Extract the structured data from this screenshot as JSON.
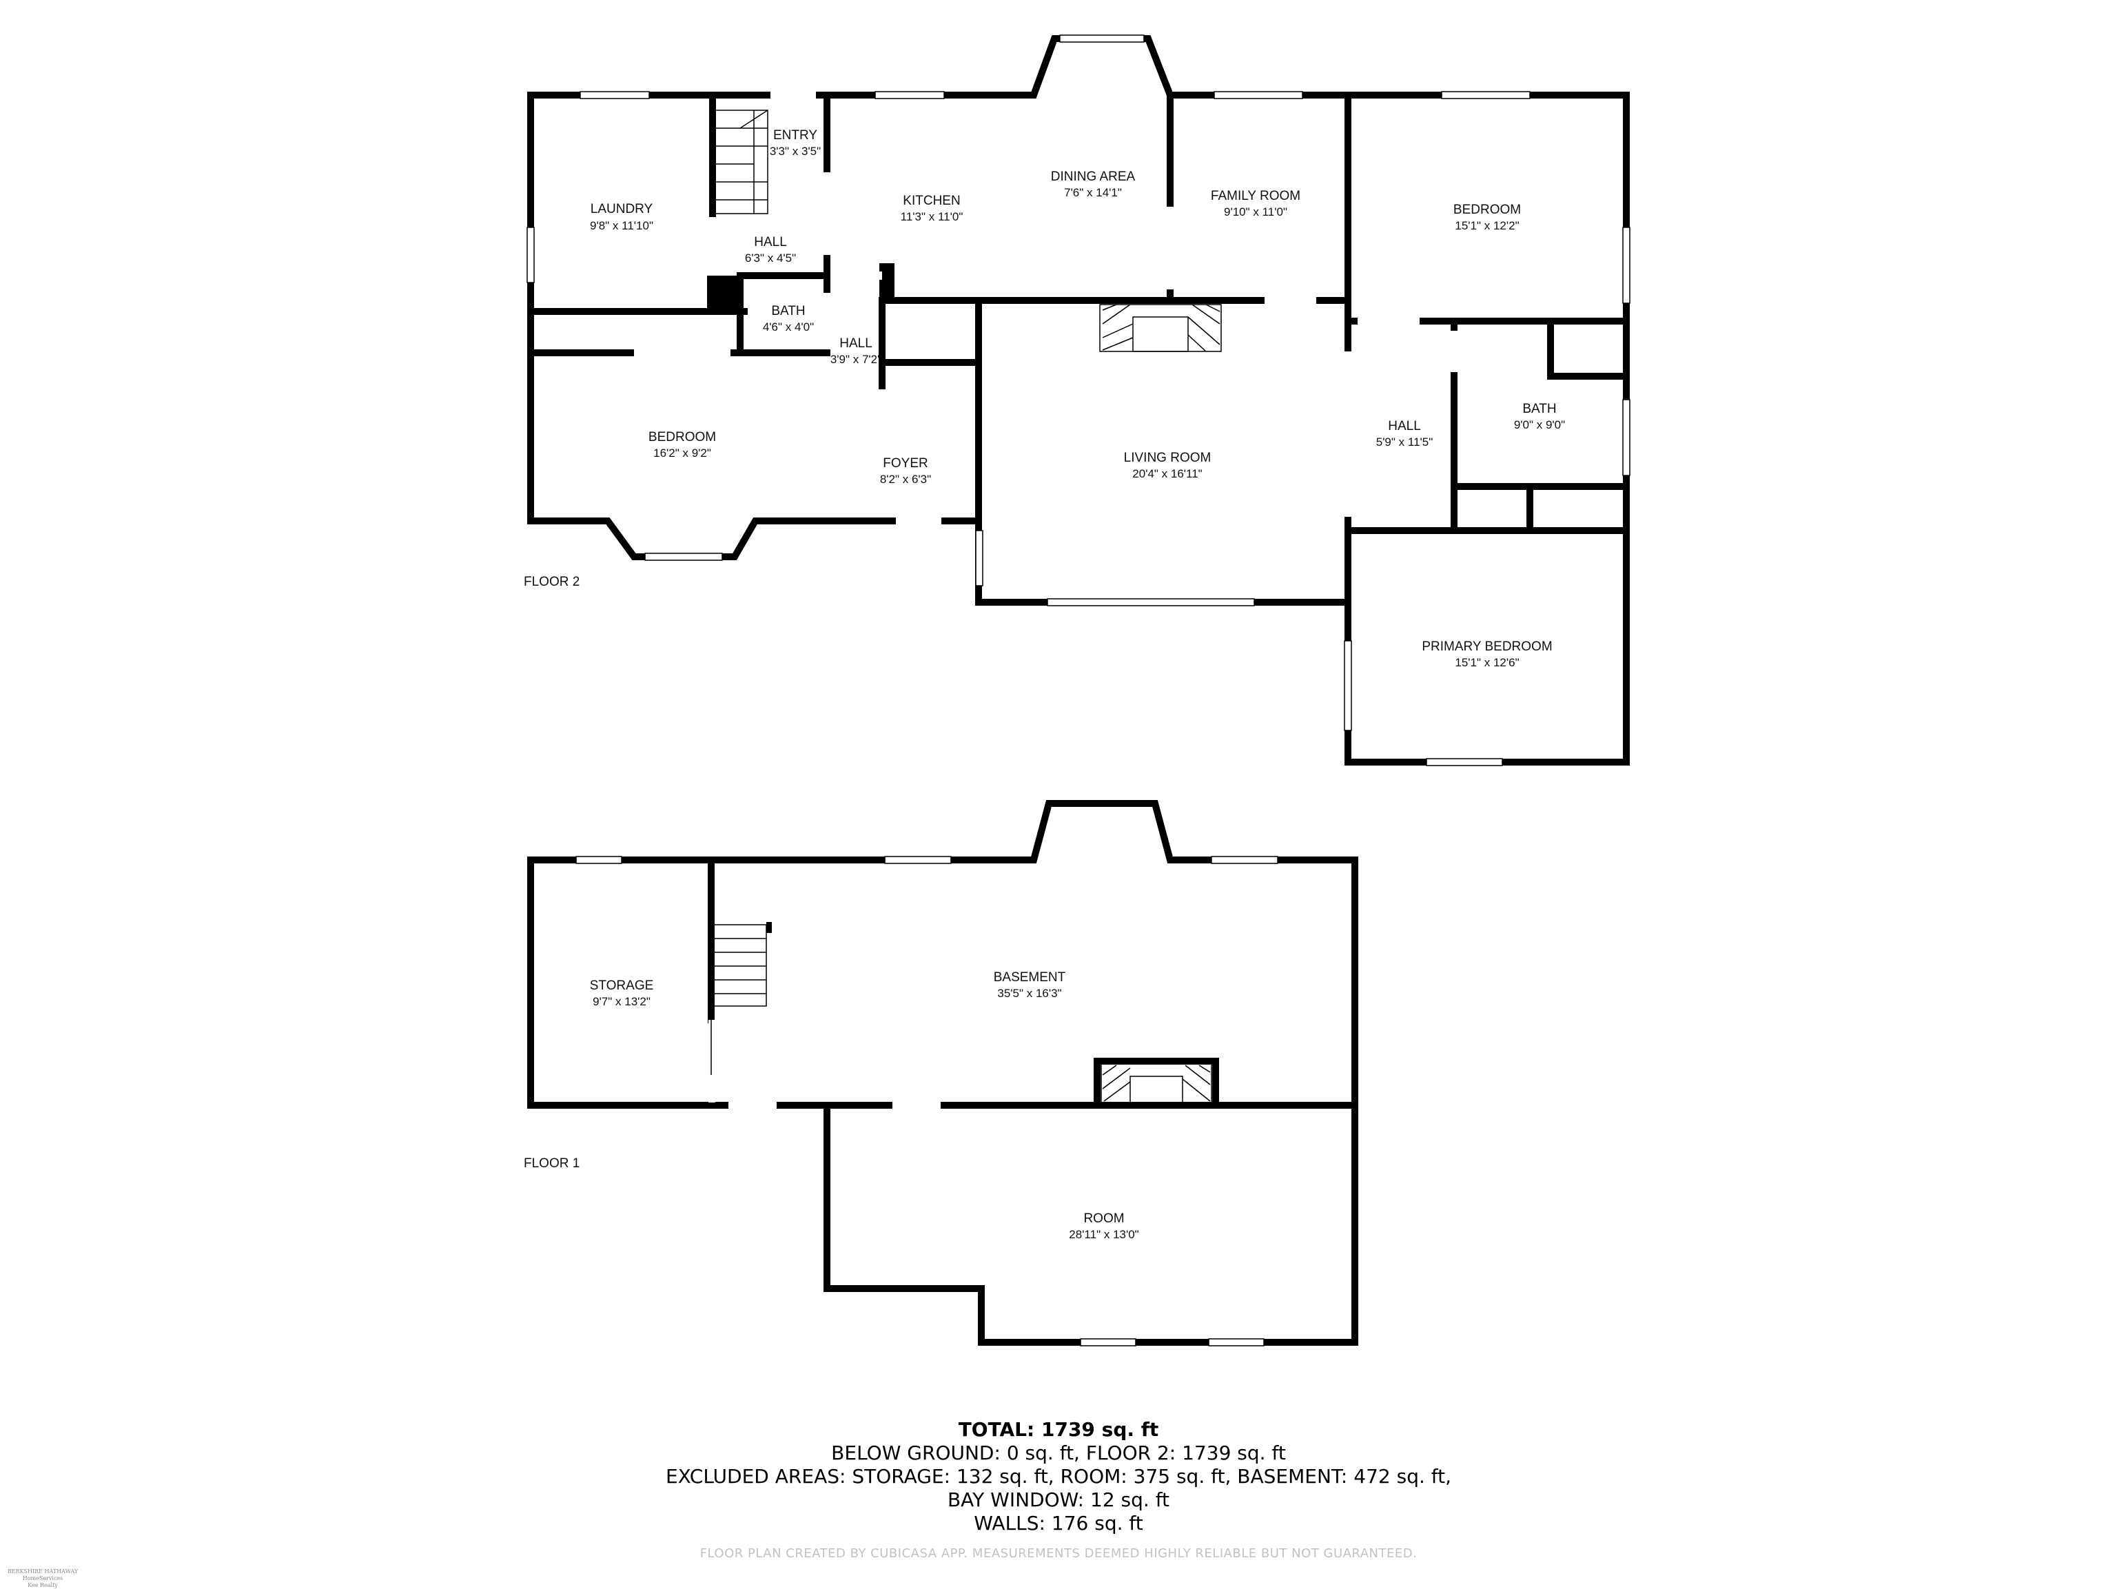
{
  "floor2": {
    "label": "FLOOR 2",
    "rooms": {
      "laundry": {
        "name": "LAUNDRY",
        "dim": "9'8\" x 11'10\""
      },
      "entry": {
        "name": "ENTRY",
        "dim": "3'3\" x 3'5\""
      },
      "hall_a": {
        "name": "HALL",
        "dim": "6'3\" x 4'5\""
      },
      "kitchen": {
        "name": "KITCHEN",
        "dim": "11'3\" x 11'0\""
      },
      "dining": {
        "name": "DINING AREA",
        "dim": "7'6\" x 14'1\""
      },
      "family": {
        "name": "FAMILY ROOM",
        "dim": "9'10\" x 11'0\""
      },
      "bedroom_ne": {
        "name": "BEDROOM",
        "dim": "15'1\" x 12'2\""
      },
      "bath_a": {
        "name": "BATH",
        "dim": "4'6\" x 4'0\""
      },
      "hall_b": {
        "name": "HALL",
        "dim": "3'9\" x 7'2\""
      },
      "bedroom_w": {
        "name": "BEDROOM",
        "dim": "16'2\" x 9'2\""
      },
      "foyer": {
        "name": "FOYER",
        "dim": "8'2\" x 6'3\""
      },
      "living": {
        "name": "LIVING ROOM",
        "dim": "20'4\" x 16'11\""
      },
      "hall_c": {
        "name": "HALL",
        "dim": "5'9\" x 11'5\""
      },
      "bath_b": {
        "name": "BATH",
        "dim": "9'0\" x 9'0\""
      },
      "primary": {
        "name": "PRIMARY BEDROOM",
        "dim": "15'1\" x 12'6\""
      }
    }
  },
  "floor1": {
    "label": "FLOOR 1",
    "rooms": {
      "storage": {
        "name": "STORAGE",
        "dim": "9'7\" x 13'2\""
      },
      "basement": {
        "name": "BASEMENT",
        "dim": "35'5\" x 16'3\""
      },
      "room": {
        "name": "ROOM",
        "dim": "28'11\" x 13'0\""
      }
    }
  },
  "summary": {
    "total": "TOTAL: 1739 sq. ft",
    "line1": "BELOW GROUND: 0 sq. ft, FLOOR 2: 1739 sq. ft",
    "line2": "EXCLUDED AREAS: STORAGE: 132 sq. ft, ROOM: 375 sq. ft, BASEMENT: 472 sq. ft,",
    "line3": "BAY WINDOW: 12 sq. ft",
    "line4": "WALLS: 176 sq. ft"
  },
  "disclaimer": "FLOOR PLAN CREATED BY CUBICASA APP. MEASUREMENTS DEEMED HIGHLY RELIABLE BUT NOT GUARANTEED.",
  "brand": {
    "line1": "BERKSHIRE HATHAWAY",
    "line2": "HomeServices",
    "line3": "Kee Realty"
  }
}
